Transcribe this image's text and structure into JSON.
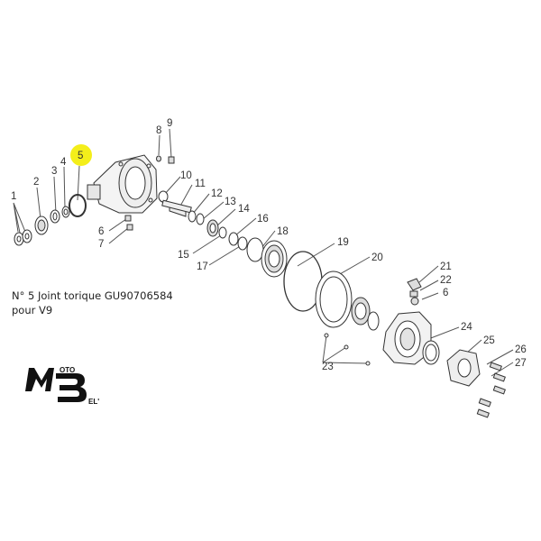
{
  "callouts": [
    "1",
    "2",
    "3",
    "4",
    "5",
    "6",
    "7",
    "8",
    "9",
    "10",
    "11",
    "12",
    "13",
    "14",
    "15",
    "16",
    "17",
    "18",
    "19",
    "20",
    "21",
    "22",
    "6",
    "23",
    "24",
    "25",
    "26",
    "27"
  ],
  "highlight": {
    "label": "5",
    "color": "#f4ee1a"
  },
  "note": {
    "line1": "N° 5 Joint torique GU90706584",
    "line2": "pour V9"
  },
  "logo": {
    "text_top": "OTO",
    "text_bottom": "EL'"
  }
}
